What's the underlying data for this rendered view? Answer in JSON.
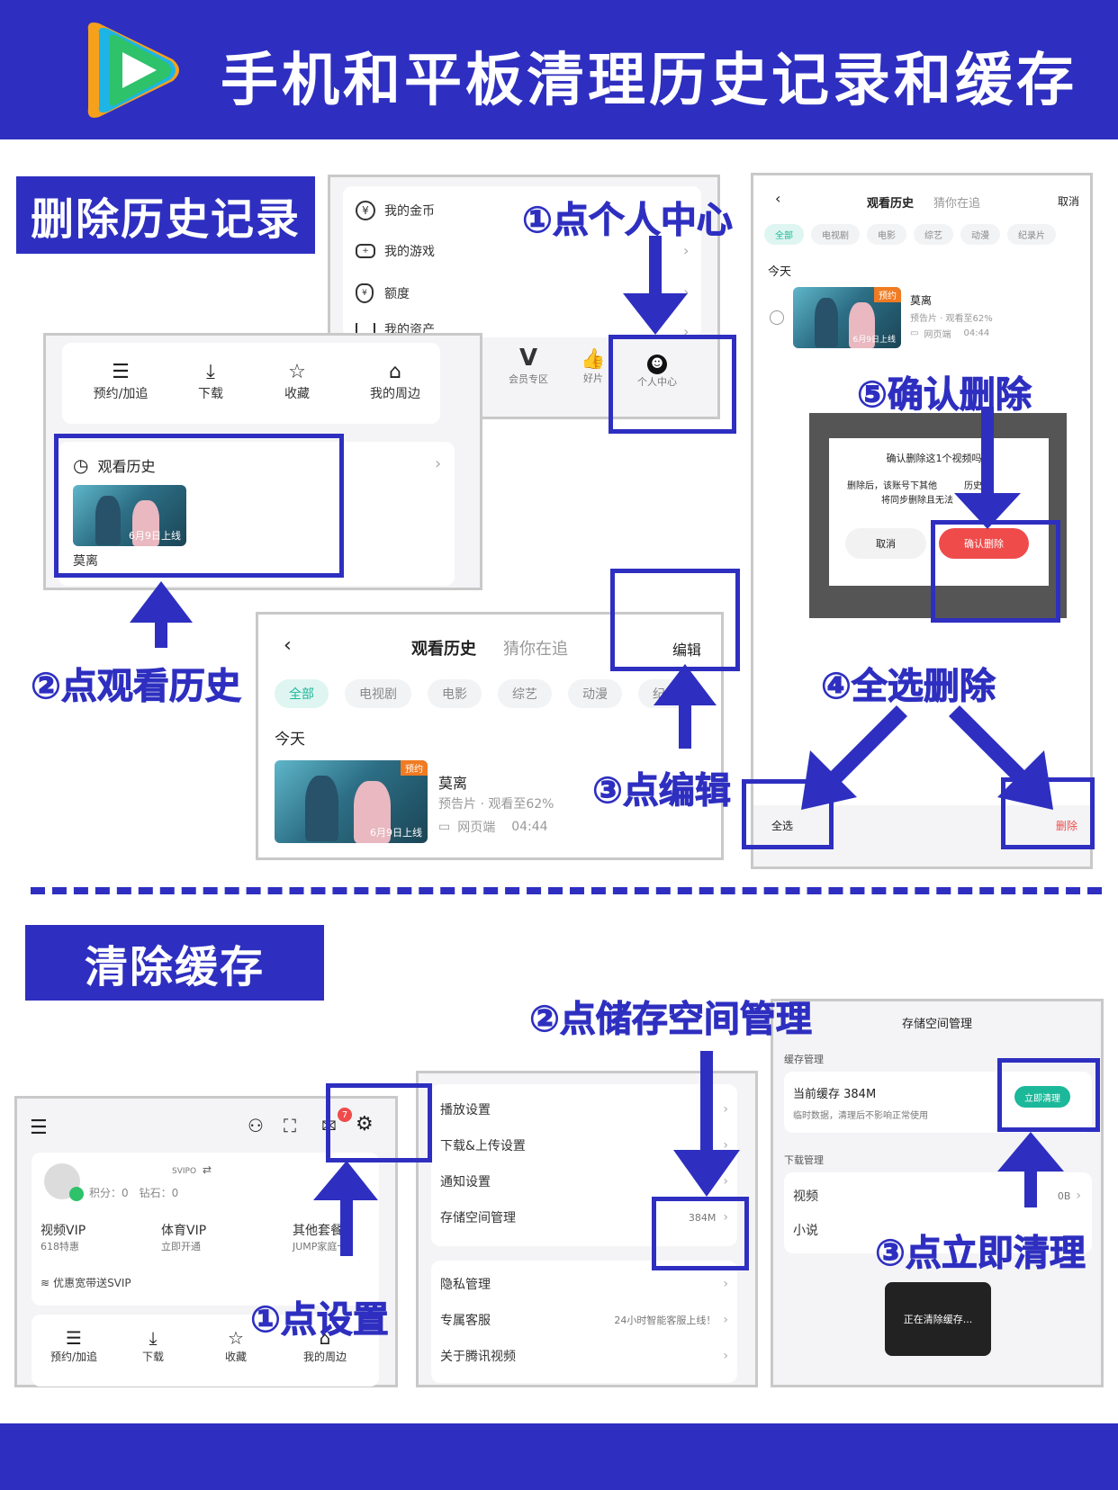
{
  "header": {
    "title": "手机和平板清理历史记录和缓存"
  },
  "colors": {
    "brand": "#2e2fc0",
    "accent_green": "#1cb89a",
    "danger": "#ef4b4b",
    "orange": "#f07b22"
  },
  "section1": {
    "title": "删除历史记录"
  },
  "section2": {
    "title": "清除缓存"
  },
  "steps1": {
    "s1": "①点个人中心",
    "s2": "②点观看历史",
    "s3": "③点编辑",
    "s4": "④全选删除",
    "s5": "⑤确认删除"
  },
  "steps2": {
    "s1": "①点设置",
    "s2": "②点储存空间管理",
    "s3": "③点立即清理"
  },
  "me_menu": {
    "items": [
      {
        "label": "我的金币",
        "icon": "coin-icon"
      },
      {
        "label": "我的游戏",
        "icon": "gamepad-icon"
      },
      {
        "label": "额度",
        "icon": "money-bag-icon"
      },
      {
        "label": "我的资产",
        "icon": "wallet-icon"
      }
    ],
    "tabbar": [
      {
        "label": "会员专区",
        "icon": "v-icon"
      },
      {
        "label": "好片",
        "icon": "thumbs-up-icon"
      },
      {
        "label": "个人中心",
        "icon": "smile-icon"
      }
    ]
  },
  "shortcuts": {
    "items": [
      {
        "label": "预约/加追",
        "icon": "list-check-icon"
      },
      {
        "label": "下载",
        "icon": "download-icon"
      },
      {
        "label": "收藏",
        "icon": "star-icon"
      },
      {
        "label": "我的周边",
        "icon": "bag-icon"
      }
    ]
  },
  "history_card": {
    "title": "观看历史",
    "poster_caption": "6月9日上线",
    "show_name": "莫离"
  },
  "history_page": {
    "tab_active": "观看历史",
    "tab_other": "猜你在追",
    "edit": "编辑",
    "chips": [
      "全部",
      "电视剧",
      "电影",
      "综艺",
      "动漫",
      "纪录"
    ],
    "today": "今天",
    "item": {
      "name": "莫离",
      "badge": "预约",
      "meta": "预告片 · 观看至62%",
      "device": "网页端",
      "time": "04:44",
      "poster_caption": "6月9日上线"
    }
  },
  "history_edit": {
    "tab_active": "观看历史",
    "tab_other": "猜你在追",
    "cancel": "取消",
    "chips": [
      "全部",
      "电视剧",
      "电影",
      "综艺",
      "动漫",
      "纪录片"
    ],
    "today": "今天",
    "item": {
      "name": "莫离",
      "badge": "预约",
      "meta": "预告片 · 观看至62%",
      "device": "网页端",
      "time": "04:44",
      "poster_caption": "6月9日上线"
    },
    "dialog": {
      "title": "确认删除这1个视频吗？",
      "line1": "删除后，该账号下其他",
      "line1b": "历史",
      "line2": "将同步删除且无法",
      "cancel": "取消",
      "confirm": "确认删除"
    },
    "select_all": "全选",
    "delete": "删除"
  },
  "profile": {
    "svip": "SVIPO",
    "points": "积分：0",
    "diamonds": "钻石：0",
    "perks": [
      {
        "title": "视频VIP",
        "sub": "618特惠"
      },
      {
        "title": "体育VIP",
        "sub": "立即开通"
      },
      {
        "title": "其他套餐",
        "sub": "JUMP家庭卡"
      }
    ],
    "wifi": "优惠宽带送SVIP",
    "badge": "7",
    "shortcuts": [
      {
        "label": "预约/加追",
        "icon": "list-check-icon"
      },
      {
        "label": "下载",
        "icon": "download-icon"
      },
      {
        "label": "收藏",
        "icon": "star-icon"
      },
      {
        "label": "我的周边",
        "icon": "bag-icon"
      }
    ]
  },
  "settings": {
    "group1": [
      {
        "label": "播放设置",
        "value": ""
      },
      {
        "label": "下载&上传设置",
        "value": ""
      },
      {
        "label": "通知设置",
        "value": ""
      },
      {
        "label": "存储空间管理",
        "value": "384M"
      }
    ],
    "group2": [
      {
        "label": "隐私管理",
        "value": ""
      },
      {
        "label": "专属客服",
        "value": "24小时智能客服上线！"
      },
      {
        "label": "关于腾讯视频",
        "value": ""
      }
    ]
  },
  "storage": {
    "title": "存储空间管理",
    "cache_section": "缓存管理",
    "current": "当前缓存 384M",
    "note": "临时数据，清理后不影响正常使用",
    "clean_button": "立即清理",
    "download_section": "下载管理",
    "video": "视频",
    "video_value": "0B",
    "novel": "小说",
    "toast": "正在清除缓存..."
  }
}
